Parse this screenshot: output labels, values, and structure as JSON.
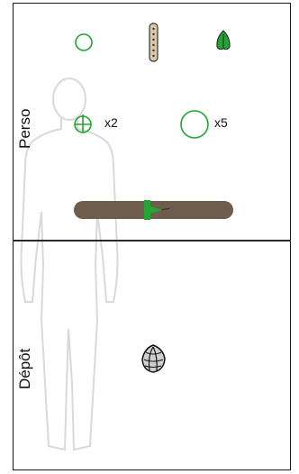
{
  "sections": {
    "perso_label": "Perso",
    "depot_label": "Dépôt"
  },
  "perso": {
    "top_items": [
      {
        "name": "green-ring",
        "icon": "circle-outline"
      },
      {
        "name": "beaded-strip",
        "icon": "bead-strip"
      },
      {
        "name": "green-leaf",
        "icon": "leaf"
      }
    ],
    "counted_items": [
      {
        "icon": "crosshair-ring",
        "count": "x2"
      },
      {
        "icon": "large-ring",
        "count": "x5"
      }
    ],
    "slider": {
      "color": "#6e5c4c",
      "handle_color": "#22a534"
    }
  },
  "depot": {
    "items": [
      {
        "icon": "seashell"
      }
    ]
  },
  "colors": {
    "accent_green": "#22a534",
    "border": "#1a1a1a"
  }
}
